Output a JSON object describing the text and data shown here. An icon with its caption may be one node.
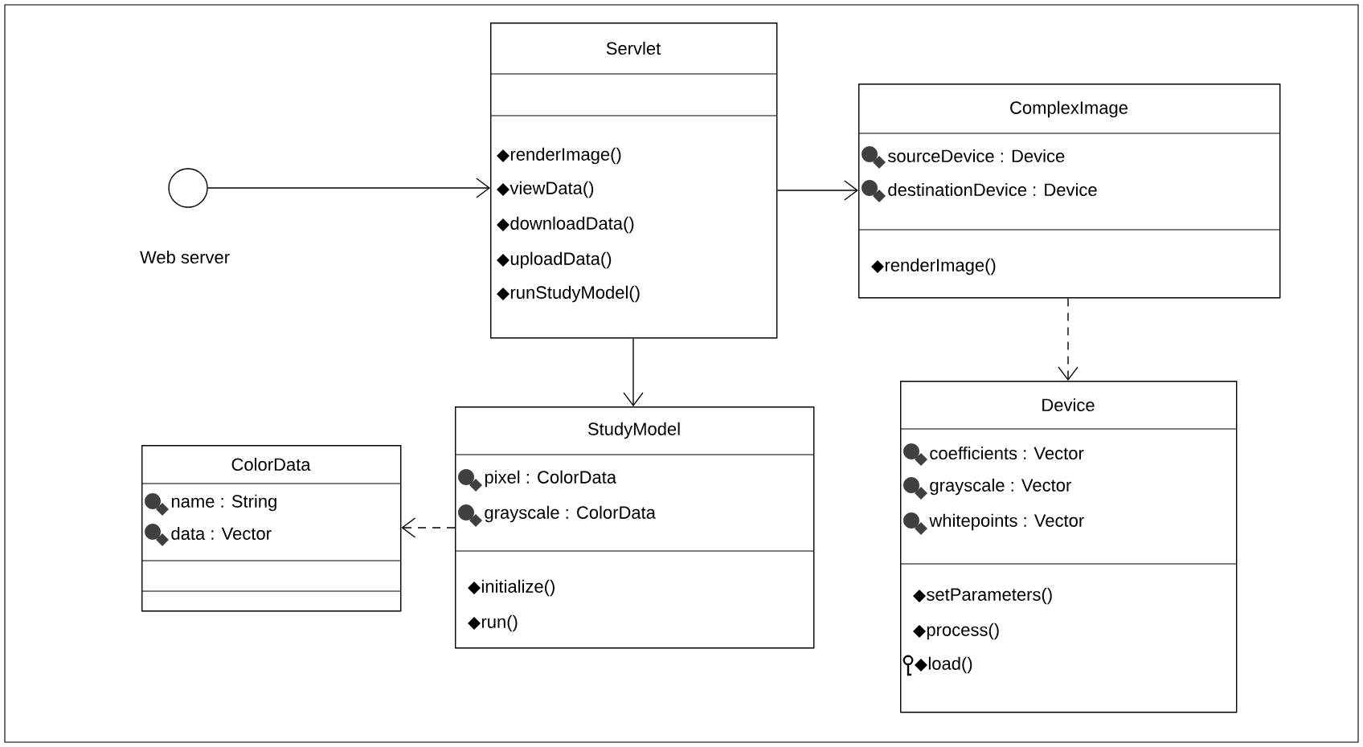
{
  "diagram": {
    "nodes": [
      {
        "text": [],
        "shape": "circle",
        "beside": [
          "Web server"
        ]
      },
      {
        "text": [
          "Servlet",
          "renderImage()",
          "viewData()",
          "downloadData()",
          "uploadData()",
          "runStudyModel()"
        ]
      },
      {
        "text": [
          "ComplexImage",
          "sourceDevice : Device",
          "destinationDevice : Device",
          "renderImage()"
        ]
      },
      {
        "text": [
          "StudyModel",
          "pixel : ColorData",
          "grayscale : ColorData",
          "initialize()",
          "run()"
        ]
      },
      {
        "text": [
          "ColorData",
          "name : String",
          "data : Vector"
        ]
      },
      {
        "text": [
          "Device",
          "coefficients : Vector",
          "grayscale : Vector",
          "whitepoints : Vector",
          "setParameters()",
          "process()",
          "load()"
        ]
      }
    ],
    "edges": [
      {
        "from": 0,
        "to": 1,
        "arrow": "to"
      },
      {
        "from": 1,
        "to": 2,
        "arrow": "to"
      },
      {
        "from": 1,
        "to": 3,
        "arrow": "to"
      },
      {
        "from": 2,
        "to": 5,
        "arrow": "to",
        "style": "dashed"
      },
      {
        "from": 3,
        "to": 4,
        "arrow": "to",
        "style": "dashed"
      }
    ]
  }
}
